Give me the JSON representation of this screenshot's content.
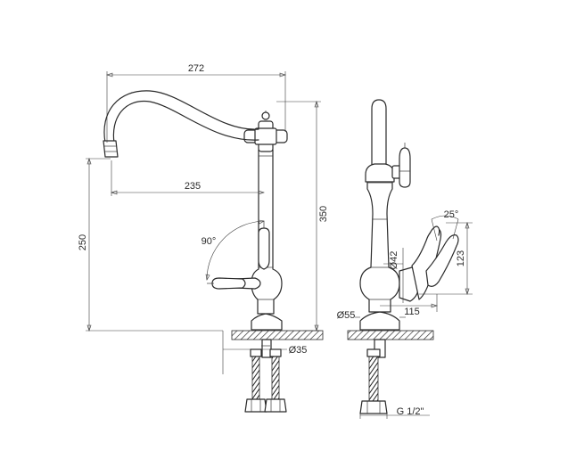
{
  "dimensions": {
    "overall_reach": "272",
    "spout_reach": "235",
    "overall_height": "350",
    "spout_height": "250",
    "lever_rotation": "90°",
    "base_diameter": "Ø35",
    "body_diameter": "Ø42",
    "flange_diameter": "Ø55",
    "side_depth": "115",
    "lever_height": "123",
    "lever_angle": "25°",
    "connection_thread": "G 1/2\""
  }
}
